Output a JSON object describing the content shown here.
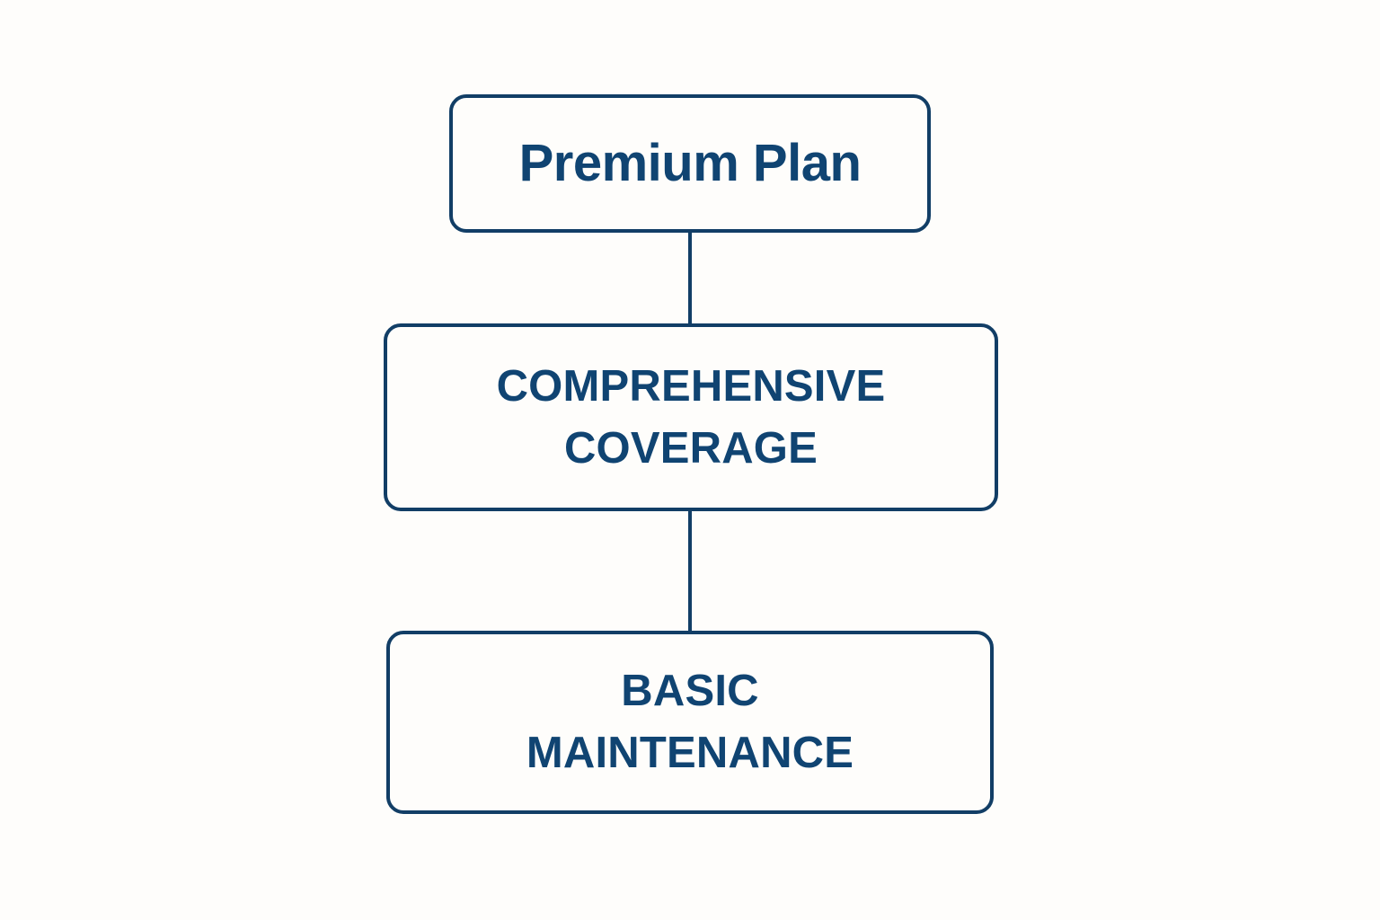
{
  "diagram": {
    "type": "flowchart-vertical",
    "background_color": "#fefdfb",
    "border_color": "#123e66",
    "text_color": "#104472",
    "nodes": [
      {
        "id": "premium-plan",
        "label": "Premium Plan",
        "level": 1,
        "text_case": "title"
      },
      {
        "id": "comprehensive-coverage",
        "label": "COMPREHENSIVE\nCOVERAGE",
        "level": 2,
        "text_case": "upper"
      },
      {
        "id": "basic-maintenance",
        "label": "BASIC\nMAINTENANCE",
        "level": 3,
        "text_case": "upper"
      }
    ],
    "connectors": [
      {
        "id": "connector-1",
        "from": "premium-plan",
        "to": "comprehensive-coverage"
      },
      {
        "id": "connector-2",
        "from": "comprehensive-coverage",
        "to": "basic-maintenance"
      }
    ]
  }
}
